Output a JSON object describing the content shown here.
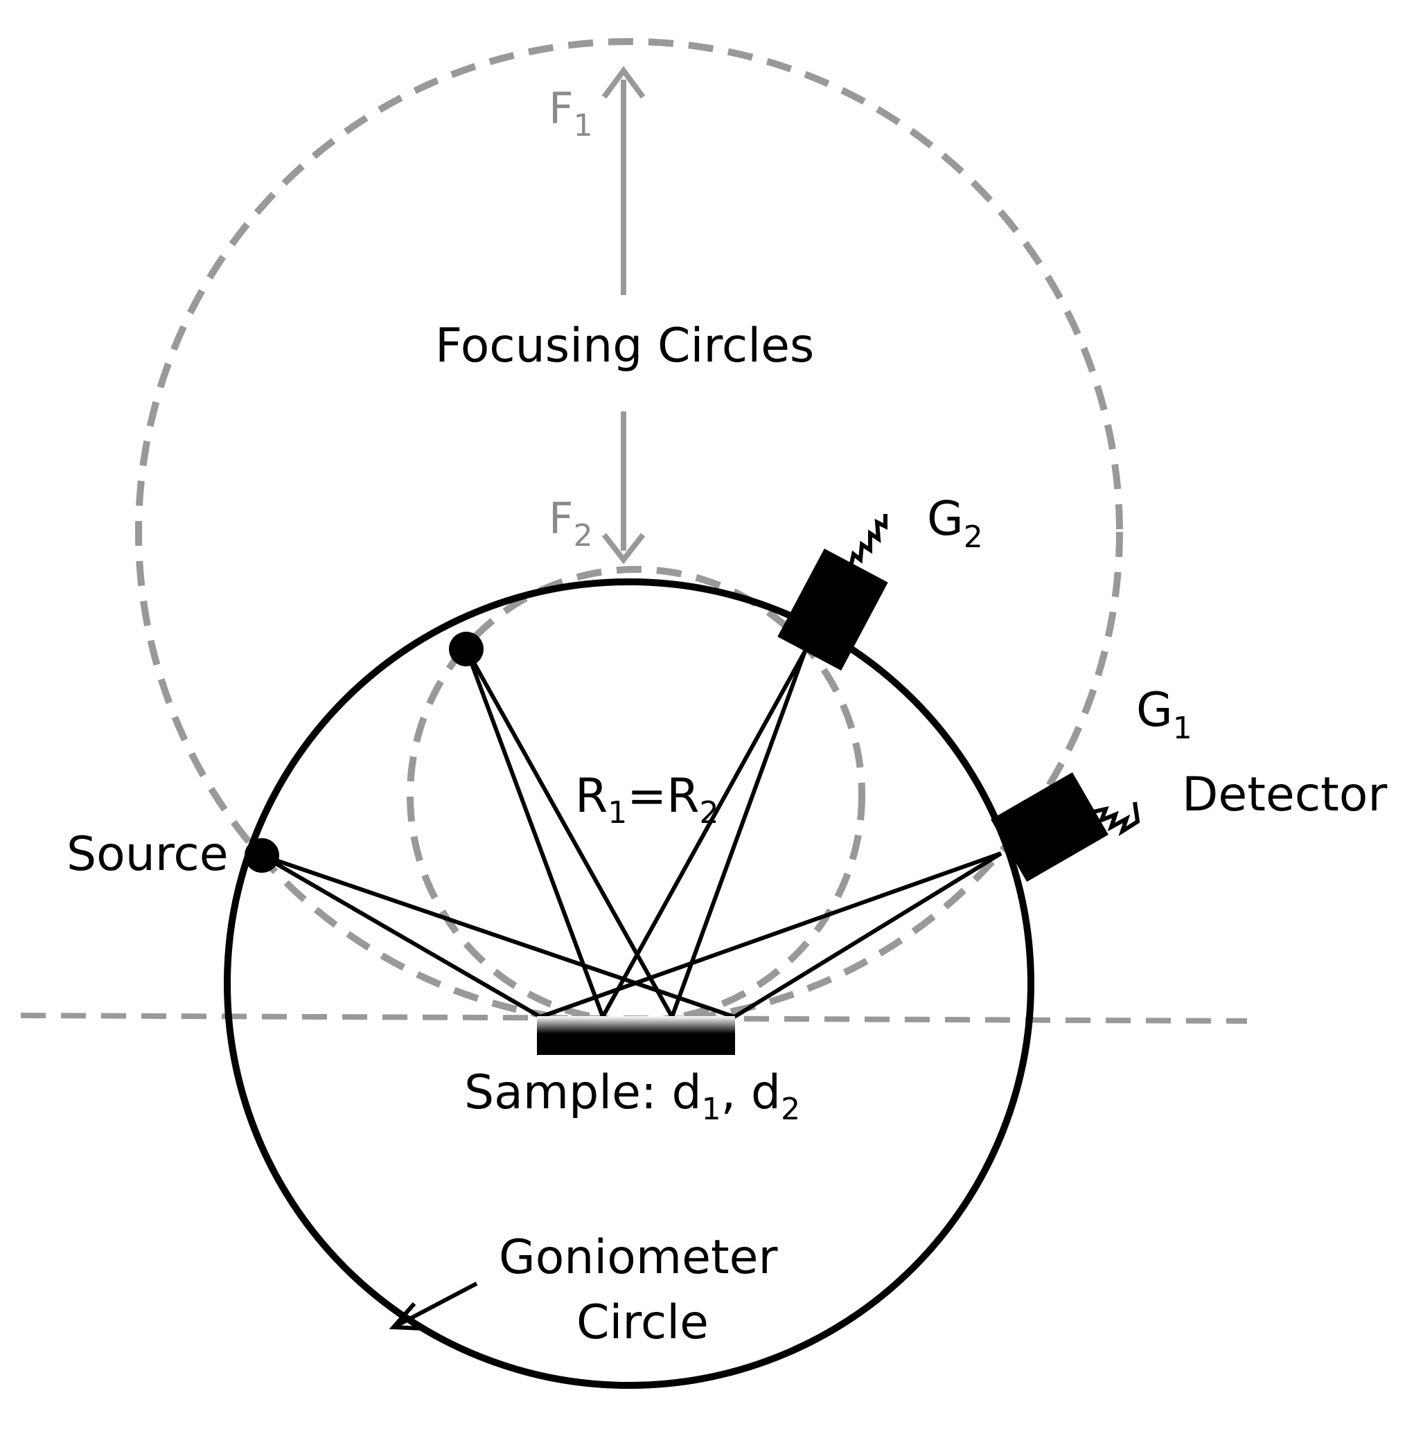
{
  "colors": {
    "ink": "#000000",
    "guide": "#999999",
    "guide_text": "#8a8a8a",
    "background": "#ffffff"
  },
  "labels": {
    "f1": {
      "main": "F",
      "sub": "1"
    },
    "f2": {
      "main": "F",
      "sub": "2"
    },
    "focusing_circles": "Focusing Circles",
    "g2": {
      "main": "G",
      "sub": "2"
    },
    "g1": {
      "main": "G",
      "sub": "1"
    },
    "detector": "Detector",
    "source": "Source",
    "r_eq": {
      "r1": "R",
      "s1": "1",
      "eq": "=R",
      "s2": "2"
    },
    "sample": {
      "prefix": "Sample:  d",
      "s1": "1",
      "comma": ", d",
      "s2": "2"
    },
    "goniometer_line1": "Goniometer",
    "goniometer_line2": "Circle"
  }
}
